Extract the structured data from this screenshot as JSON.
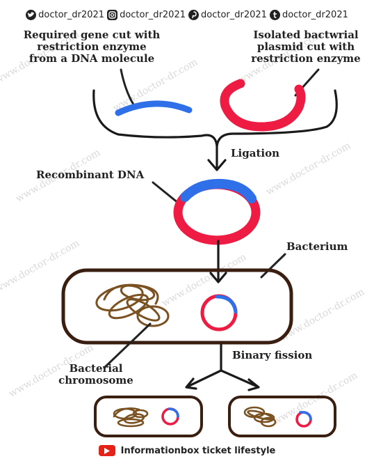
{
  "social": [
    {
      "icon": "twitter-icon",
      "handle": "doctor_dr2021"
    },
    {
      "icon": "instagram-icon",
      "handle": "doctor_dr2021"
    },
    {
      "icon": "pinterest-icon",
      "handle": "doctor_dr2021"
    },
    {
      "icon": "tumblr-icon",
      "handle": "doctor_dr2021"
    }
  ],
  "watermark": "www.doctor-dr.com",
  "labels": {
    "gene_line1": "Required gene cut with",
    "gene_line2": "restriction enzyme",
    "gene_line3": "from a DNA molecule",
    "plasmid_line1": "Isolated bactwrial",
    "plasmid_line2": "plasmid cut with",
    "plasmid_line3": "restriction enzyme",
    "ligation": "Ligation",
    "recombinant": "Recombinant DNA",
    "bacterium": "Bacterium",
    "chromosome_line1": "Bacterial",
    "chromosome_line2": "chromosome",
    "binary_fission": "Binary fission"
  },
  "footer": {
    "icon": "youtube-icon",
    "text": "Informationbox ticket lifestyle"
  },
  "colors": {
    "gene_blue": "#2f6fe8",
    "plasmid_red": "#ee1b43",
    "outline_brown": "#3a1e10",
    "chromosome_brown": "#7a5222",
    "ink": "#222222",
    "youtube_red": "#e62117"
  }
}
